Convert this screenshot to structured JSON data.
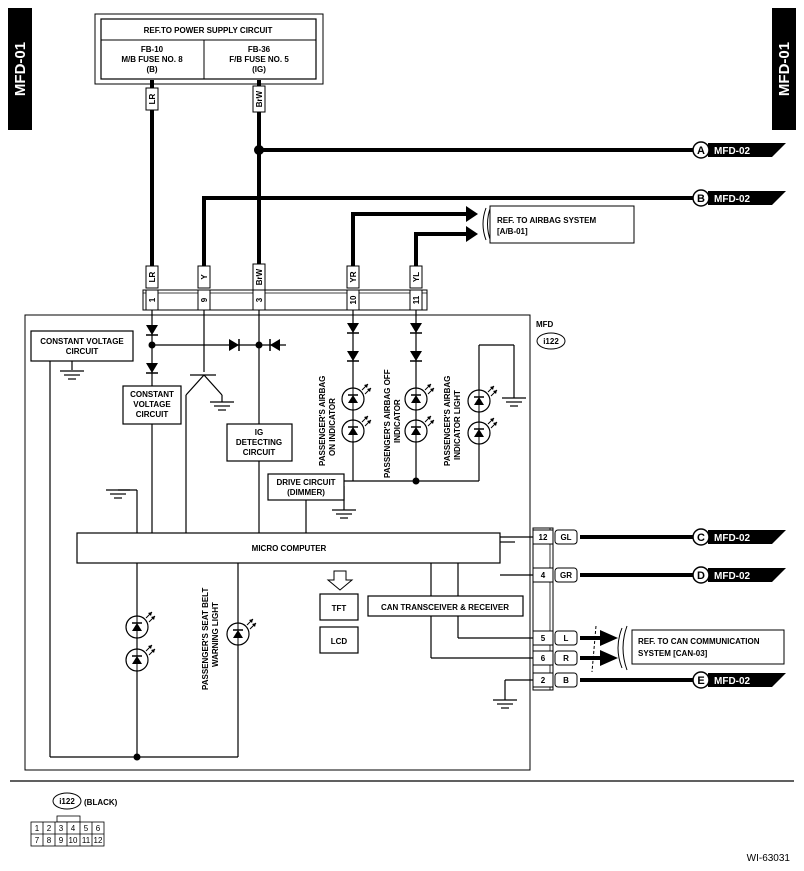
{
  "page_tabs": {
    "left": "MFD-01",
    "right": "MFD-01"
  },
  "power_ref": {
    "title": "REF.TO POWER SUPPLY CIRCUIT",
    "fuse1": [
      "FB-10",
      "M/B FUSE NO. 8",
      "(B)"
    ],
    "fuse2": [
      "FB-36",
      "F/B FUSE NO. 5",
      "(IG)"
    ]
  },
  "wire_colors": {
    "lr": "LR",
    "brw": "BrW",
    "y": "Y",
    "yr": "YR",
    "yl": "YL"
  },
  "connectors": {
    "a": {
      "letter": "A",
      "label": "MFD-02"
    },
    "b": {
      "letter": "B",
      "label": "MFD-02"
    },
    "c": {
      "letter": "C",
      "label": "MFD-02"
    },
    "d": {
      "letter": "D",
      "label": "MFD-02"
    },
    "e": {
      "letter": "E",
      "label": "MFD-02"
    }
  },
  "airbag_ref": [
    "REF. TO AIRBAG SYSTEM",
    "[A/B-01]"
  ],
  "can_ref": [
    "REF. TO CAN COMMUNICATION",
    "SYSTEM [CAN-03]"
  ],
  "unit": {
    "name": "MFD",
    "code": "i122"
  },
  "top_pins": {
    "p1": "1",
    "p9": "9",
    "p3": "3",
    "p10": "10",
    "p11": "11"
  },
  "right_pins": [
    {
      "num": "12",
      "color": "GL"
    },
    {
      "num": "4",
      "color": "GR"
    },
    {
      "num": "5",
      "color": "L"
    },
    {
      "num": "6",
      "color": "R"
    },
    {
      "num": "2",
      "color": "B"
    }
  ],
  "blocks": {
    "constant_voltage_1": [
      "CONSTANT VOLTAGE",
      "CIRCUIT"
    ],
    "constant_voltage_2": [
      "CONSTANT",
      "VOLTAGE",
      "CIRCUIT"
    ],
    "ig_detecting": [
      "IG",
      "DETECTING",
      "CIRCUIT"
    ],
    "drive_circuit": [
      "DRIVE CIRCUIT",
      "(DIMMER)"
    ],
    "micro_computer": "MICRO COMPUTER",
    "can_transceiver": "CAN TRANSCEIVER & RECEIVER",
    "tft": "TFT",
    "lcd": "LCD"
  },
  "indicators": {
    "airbag_on": [
      "PASSENGER'S AIRBAG",
      "ON INDICATOR"
    ],
    "airbag_off": [
      "PASSENGER'S AIRBAG OFF",
      "INDICATOR"
    ],
    "airbag_light": [
      "PASSENGER'S AIRBAG",
      "INDICATOR LIGHT"
    ],
    "seat_belt": [
      "PASSENGER'S SEAT BELT",
      "WARNING LIGHT"
    ]
  },
  "connector_legend": {
    "code": "i122",
    "color": "(BLACK)",
    "row1": [
      "1",
      "2",
      "3",
      "4",
      "5",
      "6"
    ],
    "row2": [
      "7",
      "8",
      "9",
      "10",
      "11",
      "12"
    ]
  },
  "figure_id": "WI-63031"
}
